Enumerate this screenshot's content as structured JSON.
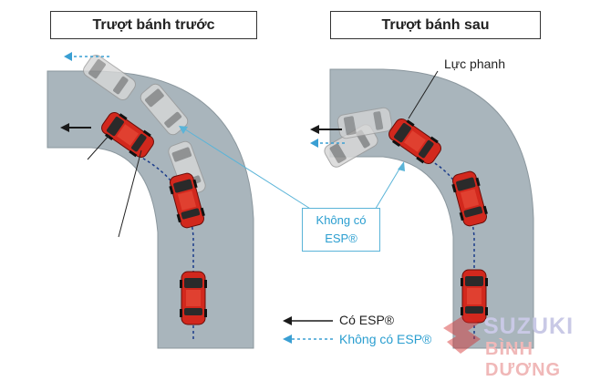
{
  "titles": {
    "left": "Trượt bánh trước",
    "right": "Trượt bánh sau"
  },
  "annotations": {
    "brake_force": "Lực phanh"
  },
  "callout": {
    "line1": "Không có",
    "line2": "ESP®"
  },
  "legend": {
    "with_esp": "Có ESP®",
    "without_esp": "Không có ESP®"
  },
  "logo": {
    "top": "SUZUKI",
    "bottom": "BÌNH DƯƠNG"
  },
  "colors": {
    "road": "#a9b5bc",
    "road_edge": "#8b979e",
    "car": "#d2281d",
    "arrow_esp": "#1a1a1a",
    "arrow_no_esp": "#3a9fd3",
    "callout": "#5ab4d8"
  },
  "icons": [
    "car-icon",
    "arrow-esp",
    "arrow-no-esp",
    "logo-mark"
  ]
}
